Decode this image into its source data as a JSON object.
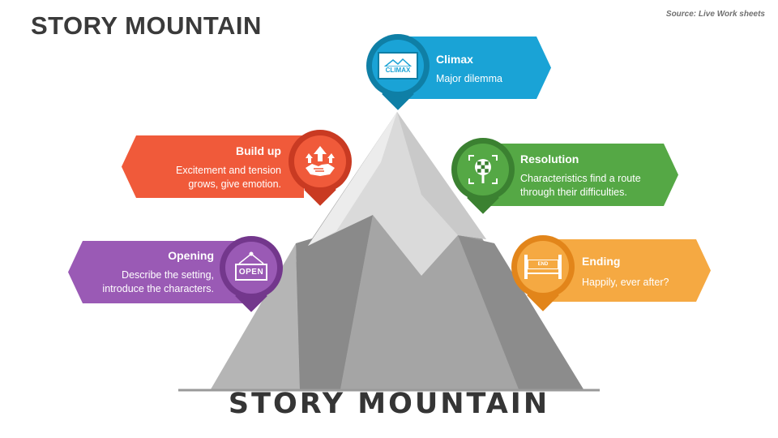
{
  "header": {
    "title": "STORY MOUNTAIN",
    "source": "Source: Live Work sheets"
  },
  "mountain": {
    "label": "STORY MOUNTAIN"
  },
  "stages": {
    "climax": {
      "title": "Climax",
      "desc": "Major dilemma",
      "icon_text": "CLIMAX",
      "color": "#1aa3d6",
      "dark": "#0f7fa6"
    },
    "build_up": {
      "title": "Build up",
      "desc1": "Excitement and tension",
      "desc2": "grows, give emotion.",
      "color": "#f05a3a",
      "dark": "#c93a22"
    },
    "resolution": {
      "title": "Resolution",
      "desc1": "Characteristics find a route",
      "desc2": "through their difficulties.",
      "color": "#55a845",
      "dark": "#3b8131"
    },
    "opening": {
      "title": "Opening",
      "desc1": "Describe the setting,",
      "desc2": "introduce the characters.",
      "icon_text": "OPEN",
      "color": "#9a5ab5",
      "dark": "#73378c"
    },
    "ending": {
      "title": "Ending",
      "desc": "Happily, ever after?",
      "icon_text": "END",
      "color": "#f5a942",
      "dark": "#e2851a"
    }
  }
}
